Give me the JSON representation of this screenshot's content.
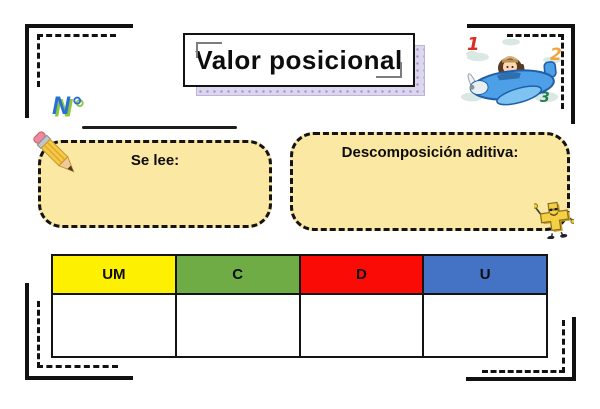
{
  "header": {
    "title": "Valor posicional",
    "number_label": "N°"
  },
  "boxes": {
    "se_lee_label": "Se lee:",
    "descomposicion_label": "Descomposición aditiva:"
  },
  "table": {
    "headers": [
      {
        "label": "UM",
        "color": "#fdf000"
      },
      {
        "label": "C",
        "color": "#6fac46"
      },
      {
        "label": "D",
        "color": "#fb0b06"
      },
      {
        "label": "U",
        "color": "#4472c4"
      }
    ],
    "row_values": [
      "",
      "",
      "",
      ""
    ]
  },
  "illustration": {
    "plane_numbers": {
      "one": "1",
      "two": "2",
      "three": "3"
    }
  },
  "colors": {
    "box_fill": "#fbe8a2",
    "title_shadow_fill": "#dcd6ee",
    "number_label_blue": "#2a6fd4",
    "number_label_shadow_green": "#8dc63f",
    "frame_black": "#0b0b0b"
  }
}
